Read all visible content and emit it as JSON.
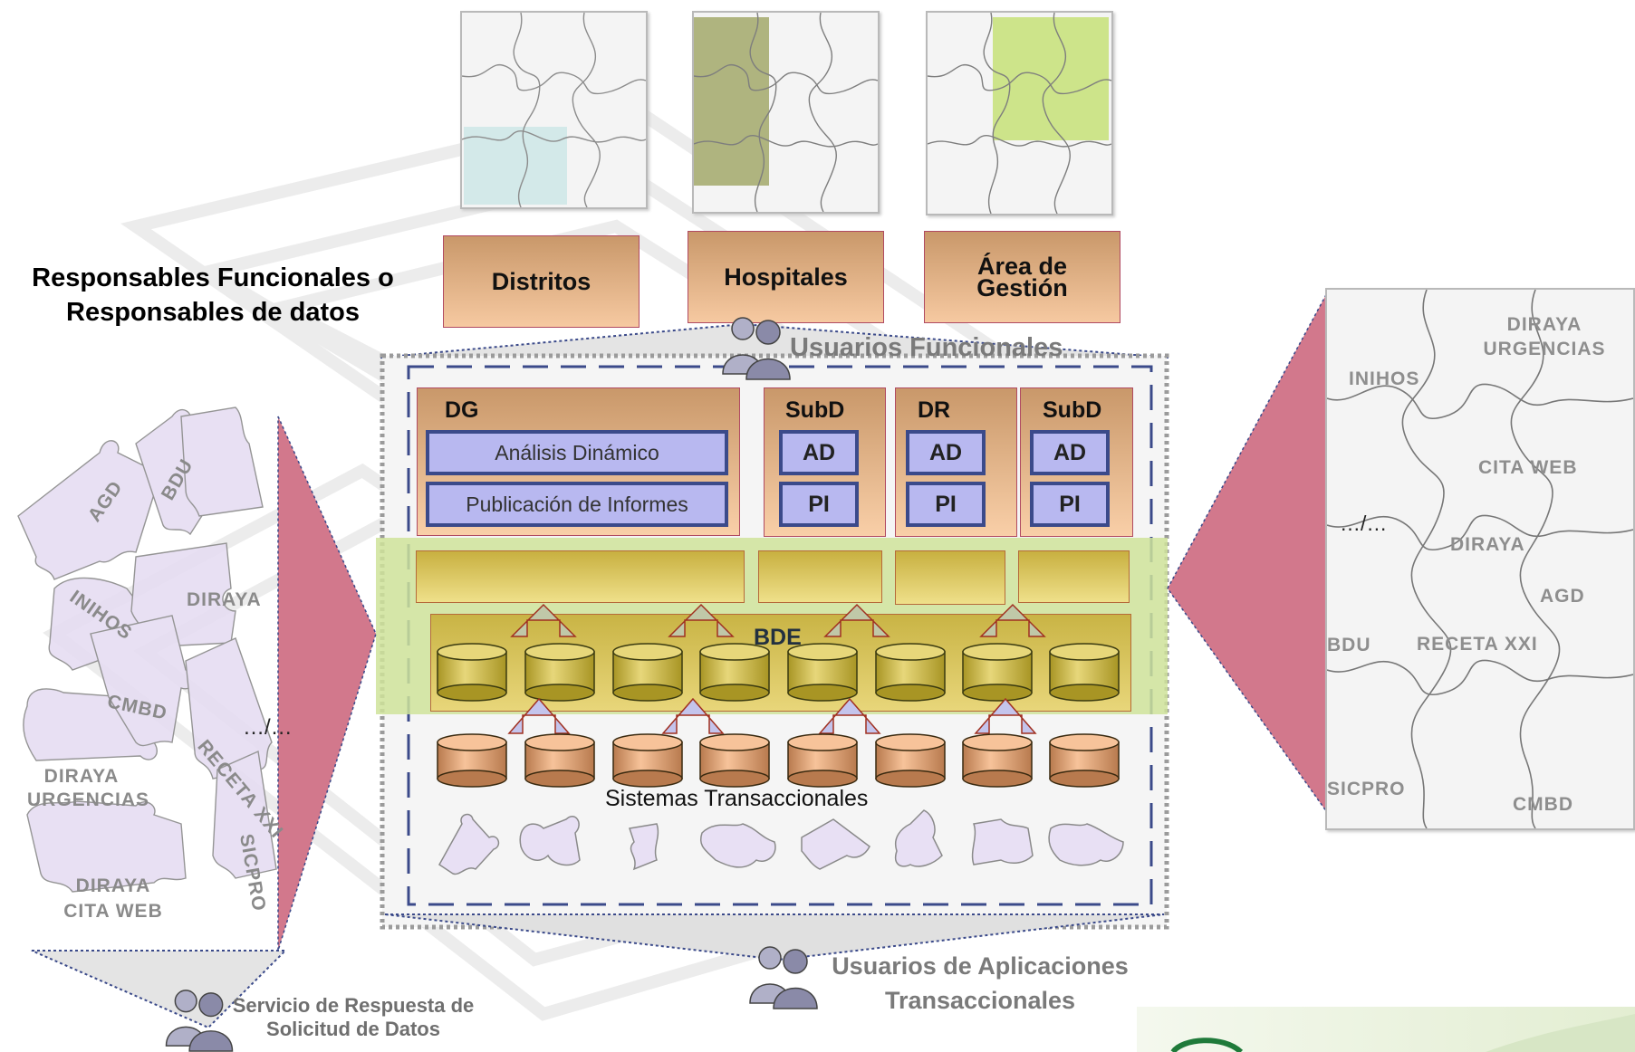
{
  "heading": {
    "line1": "Responsables Funcionales o",
    "line2": "Responsables de datos"
  },
  "org_boxes": [
    "Distritos",
    "Hospitales",
    "Área de Gestión"
  ],
  "groups": {
    "functional_users": "Usuarios Funcionales",
    "transactional_users_line1": "Usuarios de Aplicaciones",
    "transactional_users_line2": "Transaccionales",
    "data_service_line1": "Servicio de Respuesta de",
    "data_service_line2": "Solicitud de Datos"
  },
  "departments": [
    {
      "title": "DG",
      "tools": [
        "Análisis Dinámico",
        "Publicación de Informes"
      ]
    },
    {
      "title": "SubD",
      "tools": [
        "AD",
        "PI"
      ]
    },
    {
      "title": "DR",
      "tools": [
        "AD",
        "PI"
      ]
    },
    {
      "title": "SubD",
      "tools": [
        "AD",
        "PI"
      ]
    }
  ],
  "warehouse_label": "BDE",
  "transactional_label": "Sistemas Transaccionales",
  "left_pieces": [
    "AGD",
    "BDU",
    "INIHOS",
    "DIRAYA",
    "CMBD",
    "…/…",
    "DIRAYA URGENCIAS",
    "RECETA XXI",
    "SICPRO",
    "DIRAYA CITA WEB"
  ],
  "right_pieces": [
    "DIRAYA URGENCIAS",
    "INIHOS",
    "CITA WEB",
    "…/…",
    "DIRAYA",
    "AGD",
    "BDU",
    "RECETA XXI",
    "SICPRO",
    "CMBD"
  ],
  "colors": {
    "org_box": "#e8b088",
    "org_border": "#b04a62",
    "tool_fill": "#b8b8f0",
    "tool_border": "#3b4a8a",
    "green_band": "#cfe39a",
    "olive": "#d8c460",
    "cyl_olive": "#d6c45a",
    "cyl_peach": "#e6a777",
    "pink_funnel": "#d2788c",
    "piece_lilac": "#e8e0f4"
  },
  "icons": [
    "puzzle-icon",
    "users-icon",
    "database-icon",
    "arrow-up-icon"
  ]
}
